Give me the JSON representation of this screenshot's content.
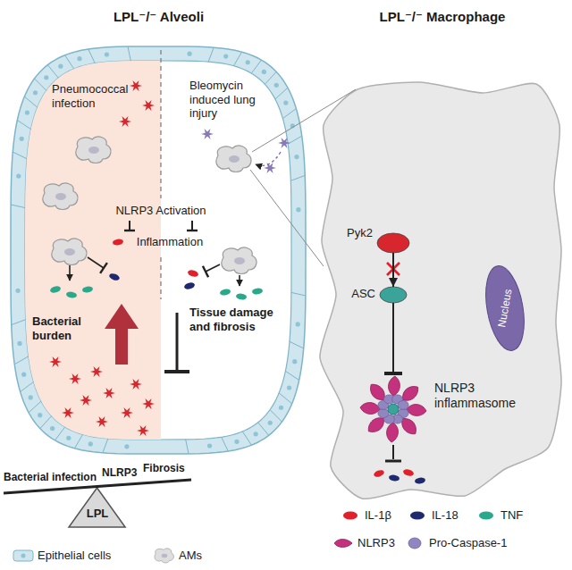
{
  "diagram": {
    "nodes": [
      {
        "text": [
          "LPL⁻/⁻ Alveoli"
        ]
      },
      {
        "text": [
          "LPL⁻/⁻ Macrophage"
        ]
      },
      {
        "text": [
          "Pyk2"
        ],
        "in": 1
      },
      {
        "text": [
          "ASC"
        ],
        "in": 1
      },
      {
        "text": [
          "Nucleus"
        ],
        "in": 1
      },
      {
        "text": [
          "NLRP3 inflammasome"
        ],
        "in": 1
      },
      {
        "text": [
          "LPL"
        ]
      }
    ],
    "edges": [
      {
        "from": 2,
        "to": 3,
        "arrow": "to"
      },
      {
        "from": 3,
        "to": 5,
        "arrow": "to"
      }
    ],
    "labels": [
      "Pneumococcal infection",
      "Bleomycin induced lung injury",
      "NLRP3 Activation",
      "Inflammation",
      "Bacterial burden",
      "Tissue damage and fibrosis",
      "Bacterial infection",
      "NLRP3",
      "Fibrosis"
    ],
    "legend": [
      {
        "text": "IL-1β",
        "color": "#e0202a"
      },
      {
        "text": "IL-18",
        "color": "#1f2a6e"
      },
      {
        "text": "TNF",
        "color": "#2aa88a"
      },
      {
        "text": "NLRP3"
      },
      {
        "text": "Pro-Caspase-1"
      },
      {
        "text": "Epithelial cells"
      },
      {
        "text": "AMs"
      }
    ]
  }
}
